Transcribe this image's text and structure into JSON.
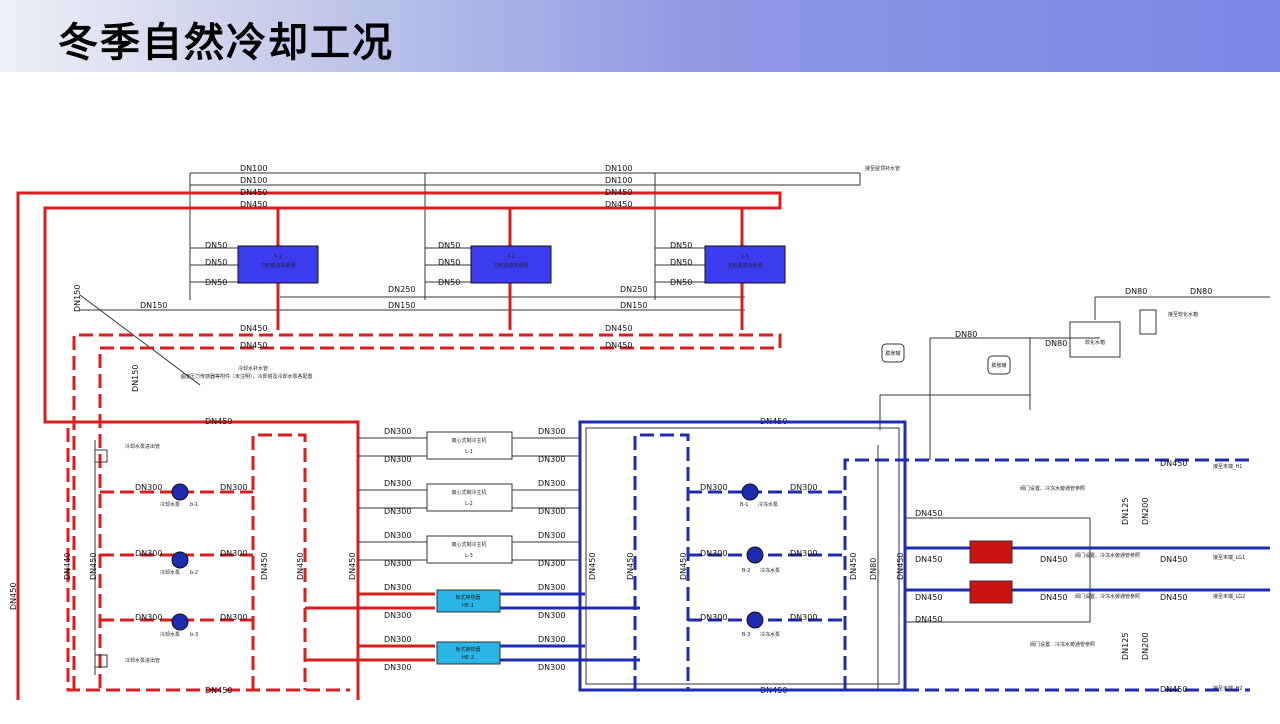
{
  "page": {
    "title": "冬季自然冷却工况"
  },
  "diagram": {
    "pipe_colors": {
      "condenser_supply": "#d81e1e",
      "chilled_water": "#1d2bb0",
      "equipment_blue": "#3b3bf0",
      "plate_hx": "#29b6e6",
      "heat_exchanger_red": "#cc1111",
      "line_gray": "#333333"
    },
    "cooling_towers": [
      {
        "id": "T-1",
        "label": "方形逆流冷却塔"
      },
      {
        "id": "T-2",
        "label": "方形逆流冷却塔"
      },
      {
        "id": "T-3",
        "label": "方形逆流冷却塔"
      }
    ],
    "chillers": [
      {
        "name": "离心式制冷主机",
        "id": "L-1"
      },
      {
        "name": "离心式制冷主机",
        "id": "L-2"
      },
      {
        "name": "离心式制冷主机",
        "id": "L-3"
      }
    ],
    "plate_exchangers": [
      {
        "label": "板式换热器",
        "id": "HE-1"
      },
      {
        "label": "板式换热器",
        "id": "HE-2"
      }
    ],
    "cooling_pumps": [
      {
        "label": "冷却水泵",
        "id": "b-1"
      },
      {
        "label": "冷却水泵",
        "id": "b-2"
      },
      {
        "label": "冷却水泵",
        "id": "b-3"
      }
    ],
    "chilled_pumps": [
      {
        "label": "冷冻水泵",
        "id": "B-1"
      },
      {
        "label": "冷冻水泵",
        "id": "B-2"
      },
      {
        "label": "冷冻水泵",
        "id": "B-3"
      }
    ],
    "tanks": [
      {
        "label": "膨胀罐"
      },
      {
        "label": "膨胀罐"
      }
    ],
    "softener": {
      "label": "软化水箱"
    },
    "outputs": [
      "接至末端_H1",
      "接至末端_LG1",
      "接至末端_LG2",
      "接至末端_H2"
    ],
    "dn": {
      "dn100": "DN100",
      "dn450": "DN450",
      "dn50": "DN50",
      "dn250": "DN250",
      "dn150": "DN150",
      "dn300": "DN300",
      "dn80": "DN80",
      "dn440": "DN440",
      "dn200": "DN200",
      "dn125": "DN125"
    },
    "notes": {
      "note1": "接至屋顶补水管",
      "note2": "冷却水补水管",
      "note3": "温度压力传感器等附件（未注明），冷却塔及冷却水泵各配置",
      "note4": "冷却水泵进出管",
      "note5": "阀门设置、冷冻水旁通管参照",
      "note6": "接至软化水箱"
    }
  }
}
